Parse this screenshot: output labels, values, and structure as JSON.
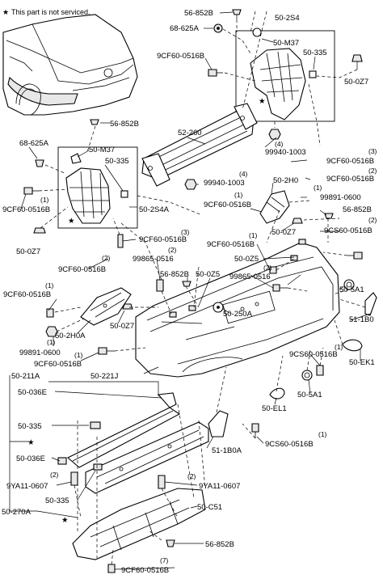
{
  "note": {
    "star": "★",
    "text": "This part is not serviced."
  },
  "labels": {
    "l56_852B_top": "56-852B",
    "l50_2S4": "50-2S4",
    "l68_625A_top": "68-625A",
    "l50_M37_top": "50-M37",
    "l9CF60_top": "9CF60-0516B",
    "l50_335_top": "50-335",
    "l50_0Z7_top": "50-0Z7",
    "l56_852B_b": "56-852B",
    "l52_260": "52-260",
    "l68_625A_left": "68-625A",
    "l50_M37_left": "50-M37",
    "q4_a": "(4)",
    "l99940_a": "99940-1003",
    "q3_a": "(3)",
    "l9CF60_a": "9CF60-0516B",
    "l50_335_left": "50-335",
    "q4_b": "(4)",
    "l99940_b": "99940-1003",
    "q2_a": "(2)",
    "l9CF60_b": "9CF60-0516B",
    "q1_a": "(1)",
    "l9CF60_c": "9CF60-0516B",
    "l50_2S4A": "50-2S4A",
    "l50_2H0": "50-2H0",
    "q1_b": "(1)",
    "l99891_a": "99891-0600",
    "q1_c": "(1)",
    "l9CF60_d": "9CF60-0516B",
    "l56_852B_c": "56-852B",
    "q2_b": "(2)",
    "l9CS60_a": "9CS60-0516B",
    "l50_0Z7_left": "50-0Z7",
    "q3_b": "(3)",
    "l9CF60_e": "9CF60-0516B",
    "q1_d": "(1)",
    "l9CF60_f": "9CF60-0516B",
    "l50_0Z7_mid": "50-0Z7",
    "q2_c": "(2)",
    "l9CF60_g": "9CF60-0516B",
    "q2_d": "(2)",
    "l99865_a": "99865-0516",
    "l50_0Z5_a": "50-0Z5",
    "q2_e": "(2)",
    "l99865_b": "99865-0516",
    "l56_852B_d": "56-852B",
    "l50_0Z5_b": "50-0Z5",
    "q1_e": "(1)",
    "l9CF60_h": "9CF60-0516B",
    "l50_250A": "50-250A",
    "l50_5A1_a": "50-5A1",
    "l50_2H0A": "50-2H0A",
    "l50_0Z7_b": "50-0Z7",
    "l51_1B0": "51-1B0",
    "q1_f": "(1)",
    "l99891_b": "99891-0600",
    "q1_g": "(1)",
    "l9CF60_i": "9CF60-0516B",
    "q1_h": "(1)",
    "l9CS60_b": "9CS60-0516B",
    "l50_EK1": "50-EK1",
    "l50_211A": "50-211A",
    "l50_221J": "50-221J",
    "l50_5A1_b": "50-5A1",
    "l50_036E_a": "50-036E",
    "l50_EL1": "50-EL1",
    "l50_335_bot": "50-335",
    "q1_i": "(1)",
    "l9CS60_c": "9CS60-0516B",
    "l51_1B0A": "51-1B0A",
    "l50_036E_b": "50-036E",
    "q2_f": "(2)",
    "l9YA11_a": "9YA11-0607",
    "q2_g": "(2)",
    "l9YA11_b": "9YA11-0607",
    "l50_335_b2": "50-335",
    "l50_270A": "50-270A",
    "l50_C51": "50-C51",
    "l56_852B_e": "56-852B",
    "q7": "(7)",
    "l9CF60_j": "9CF60-0516B"
  },
  "stars": {
    "s1": "★",
    "s2": "★",
    "s3": "★",
    "s4": "★"
  }
}
